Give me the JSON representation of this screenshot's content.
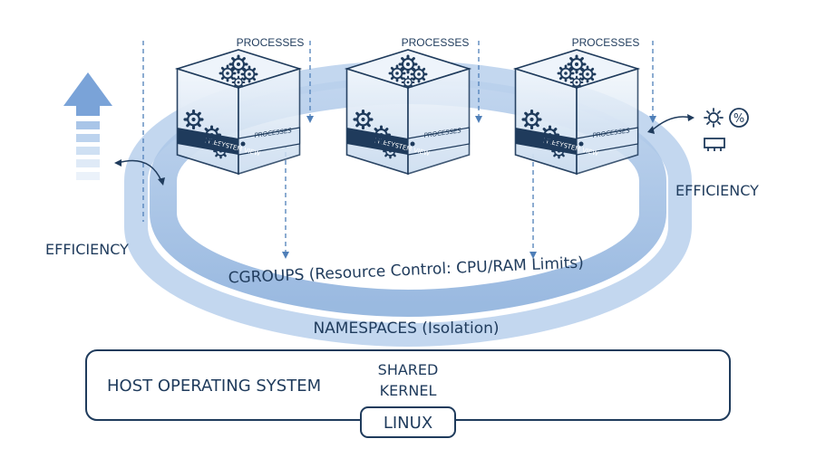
{
  "labels": {
    "processes_top": [
      "PROCESSES",
      "PROCESSES",
      "PROCESSES"
    ],
    "processes_inner": [
      "PROCESSES",
      "PROCESSES",
      "PROCESSES"
    ],
    "filesystem": [
      "FILESYSTEM VIEW",
      "FILESYSTEM VIEW",
      "FILESYSTEM VIEW"
    ],
    "efficiency_left": "EFFICIENCY",
    "efficiency_right": "EFFICIENCY",
    "cgroups": "CGROUPS (Resource Control: CPU/RAM Limits)",
    "namespaces": "NAMESPACES (Isolation)",
    "host_os": "HOST OPERATING SYSTEM",
    "kernel_line1": "SHARED",
    "kernel_line2": "KERNEL",
    "linux": "LINUX",
    "percent": "%"
  },
  "colors": {
    "ink": "#1f3b5c",
    "band": "#9dbbe0",
    "band_light": "#cfe0f3",
    "cube_top": "#eef4fb",
    "cube_side": "#c7d9ef",
    "cube_base": "#1f3b5c",
    "accent": "#6f9bd4"
  },
  "icons": [
    "gear-icon",
    "arrow-up-icon",
    "sun-icon",
    "percent-icon",
    "ram-chip-icon",
    "curved-arrow-icon",
    "dashed-arrow-icon"
  ]
}
